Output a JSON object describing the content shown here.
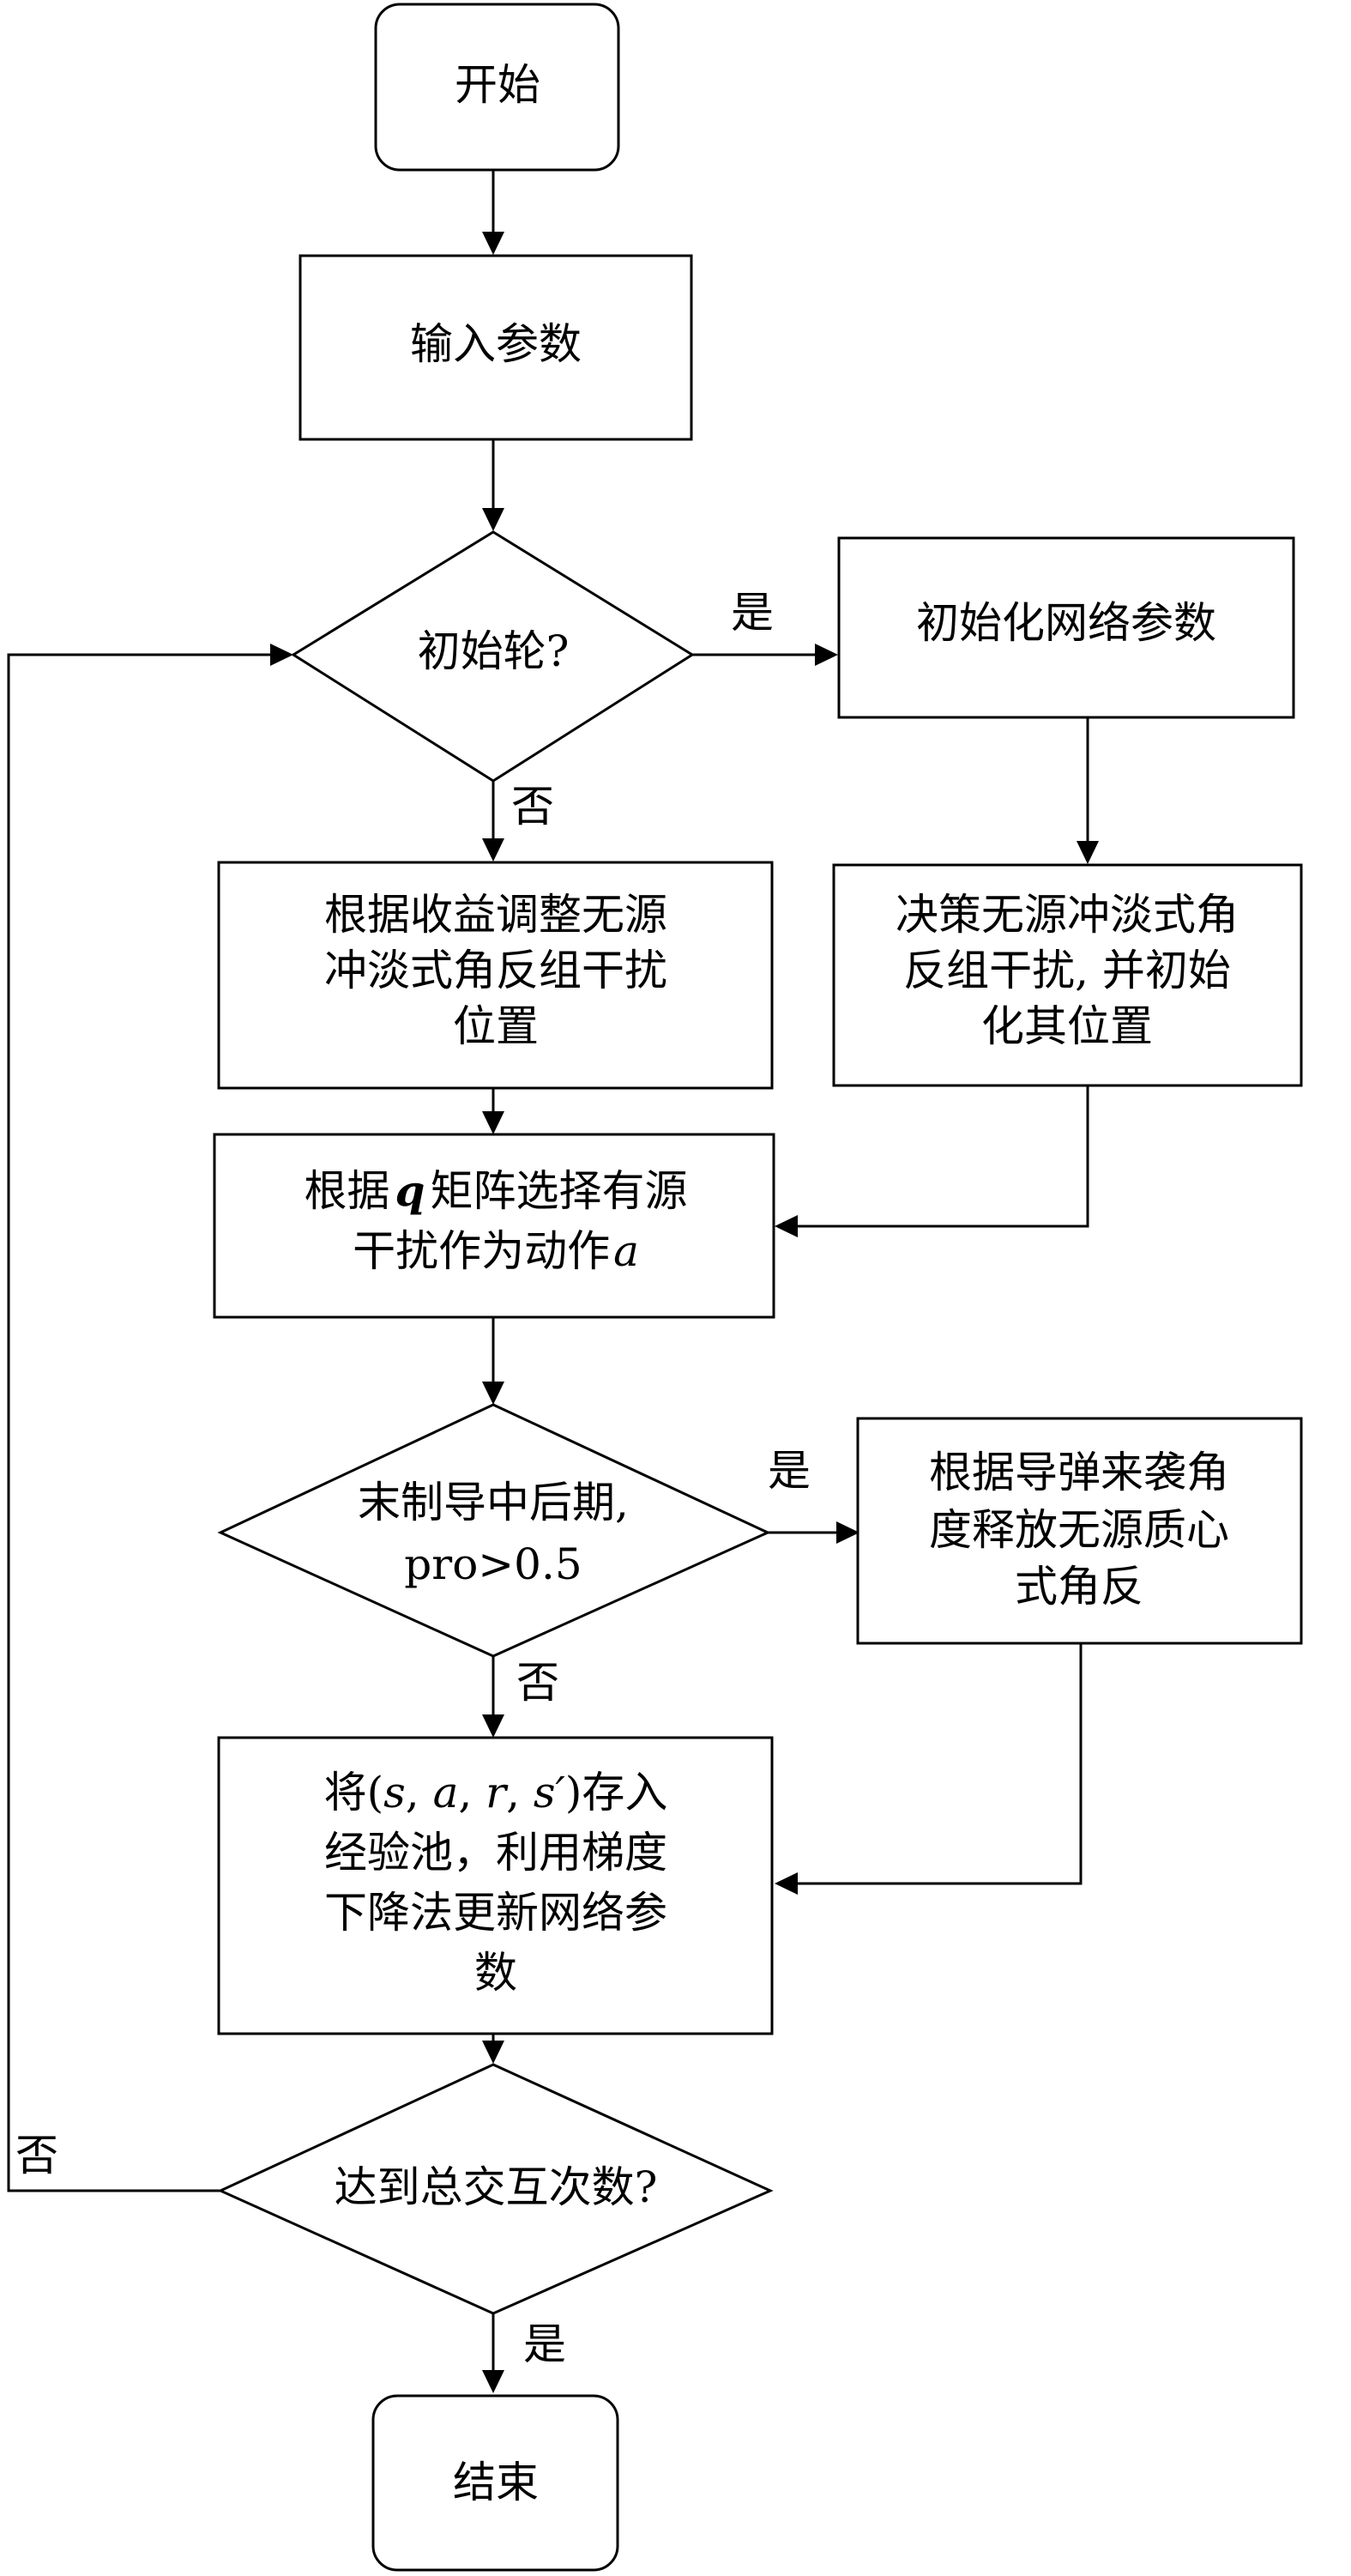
{
  "nodes": {
    "start": {
      "lines": [
        "开始"
      ]
    },
    "input": {
      "lines": [
        "输入参数"
      ]
    },
    "first_round": {
      "lines": [
        "初始轮?"
      ]
    },
    "init_net": {
      "lines": [
        "初始化网络参数"
      ]
    },
    "adjust_decoy": {
      "lines": [
        "根据收益调整无源",
        "冲淡式角反组干扰",
        "位置"
      ]
    },
    "decide_decoy": {
      "lines": [
        "决策无源冲淡式角",
        "反组干扰, 并初始",
        "化其位置"
      ]
    },
    "select_action": {
      "line1_prefix": "根据",
      "line1_matrix": "q",
      "line1_suffix": "矩阵选择有源",
      "line2_prefix": "干扰作为动作",
      "line2_action": "a"
    },
    "terminal_guidance": {
      "lines": [
        "末制导中后期,",
        "pro>0.5"
      ]
    },
    "release_centroid": {
      "lines": [
        "根据导弹来袭角",
        "度释放无源质心",
        "式角反"
      ]
    },
    "store_update": {
      "line1_prefix": "将(",
      "line1_s": "s",
      "line1_a": "a",
      "line1_r": "r",
      "line1_s2": "s′",
      "line1_suffix": ")存入",
      "sep": ", ",
      "line2": "经验池，利用梯度",
      "line3": "下降法更新网络参",
      "line4": "数"
    },
    "reach_total": {
      "lines": [
        "达到总交互次数?"
      ]
    },
    "end": {
      "lines": [
        "结束"
      ]
    }
  },
  "edge_labels": {
    "first_round_yes": "是",
    "first_round_no": "否",
    "terminal_yes": "是",
    "terminal_no": "否",
    "total_no": "否",
    "total_yes": "是"
  }
}
